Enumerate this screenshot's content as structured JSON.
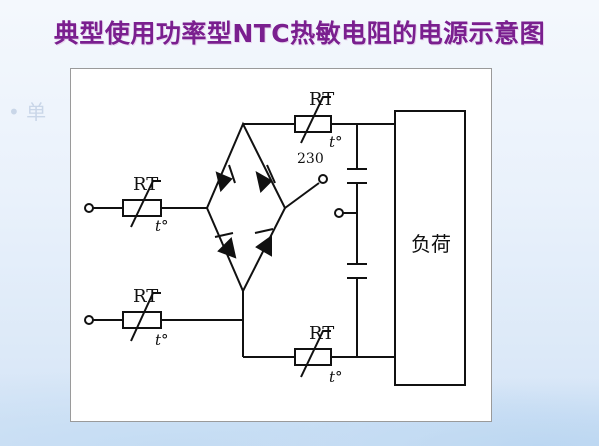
{
  "slide": {
    "title": "典型使用功率型NTC热敏电阻的电源示意图",
    "bullet_hint": "• 单"
  },
  "diagram": {
    "rt_label": "RT",
    "temp_label": "t°",
    "switch_label": "230",
    "load_label": "负荷",
    "colors": {
      "title": "#7a1f8f",
      "line": "#111111",
      "background": "#ffffff"
    }
  }
}
